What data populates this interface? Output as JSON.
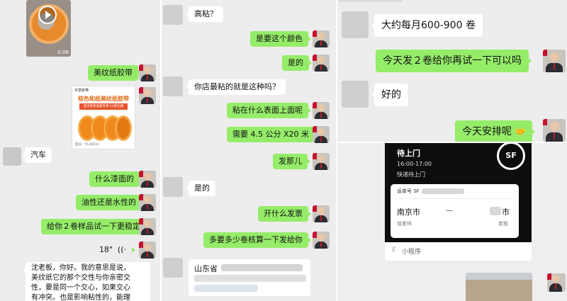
{
  "panel1": {
    "video_duration": "0:06",
    "msg_tape": "美纹纸胶带",
    "product_brand": "天意胶带",
    "product_title": "桔色和纸美纹纸胶带",
    "product_subtitle": "室内装修遮蔽专用·10卷包邮",
    "product_spec": "型号：YS-JD511",
    "msg_car": "汽车",
    "msg_paint": "什么漆面的",
    "msg_oil": "油性还是水性的",
    "msg_sample": "给你２卷样品试一下更稳定",
    "voice_duration": "18\"",
    "long_text": [
      "沈老板，你好。我的意思是说，",
      "美纹纸它的那个交性与你亲密交",
      "性，要是同一个交心，如果交心",
      "有冲突。也是影响粘性的，能理"
    ]
  },
  "panel2": {
    "msg_high": "高粘？",
    "msg_color": "是要这个颜色",
    "msg_yes": "是的",
    "msg_most": "你店最粘的就是这种吗？",
    "msg_surface": "粘在什么表面上面呢",
    "msg_size": "需要 4.5 公分 X20 米",
    "msg_where": "发那儿",
    "msg_yes2": "是的",
    "msg_invoice": "开什么发票",
    "msg_qty": "多要多少卷核算一下发给你",
    "address_prefix": "山东省"
  },
  "panel3": {
    "msg_monthly": "大约每月600-900 卷",
    "msg_send": "今天发２卷给你再试一下可以吗",
    "msg_ok": "好的",
    "msg_today": "今天安排呢",
    "emoji": "🤝"
  },
  "panel4": {
    "status": "待上门",
    "time": "16:00-17:00",
    "courier": "快递待上门",
    "sf_logo": "SF",
    "waybill_label": "运单号 SF",
    "from_city": "南京市",
    "from_name": "徐爱祥",
    "to_city": "市",
    "to_name": "老板",
    "mini_program": "小程序"
  }
}
